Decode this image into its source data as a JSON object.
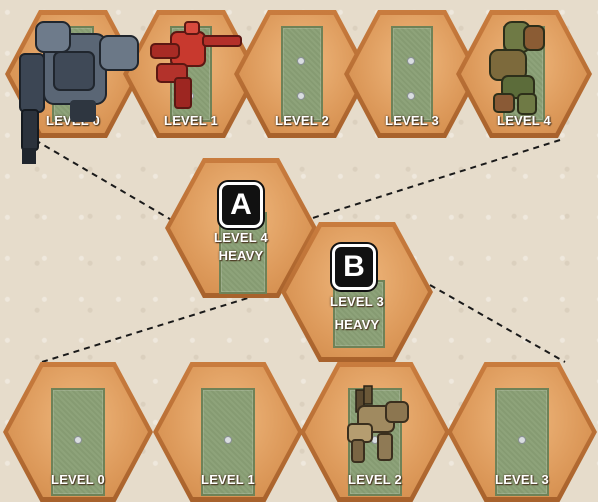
{
  "top_row": [
    {
      "label": "LEVEL 0",
      "unit": "grey-mech-icon"
    },
    {
      "label": "LEVEL 1",
      "unit": "red-mech-icon"
    },
    {
      "label": "LEVEL 2",
      "unit": ""
    },
    {
      "label": "LEVEL 3",
      "unit": ""
    },
    {
      "label": "LEVEL 4",
      "unit": "camo-mech-icon"
    }
  ],
  "nodes": {
    "a": {
      "letter": "A",
      "level": "LEVEL 4",
      "class": "HEAVY"
    },
    "b": {
      "letter": "B",
      "level": "LEVEL 3",
      "class": "HEAVY"
    }
  },
  "bottom_row": [
    {
      "label": "LEVEL 0",
      "unit": ""
    },
    {
      "label": "LEVEL 1",
      "unit": ""
    },
    {
      "label": "LEVEL 2",
      "unit": "tan-mech-icon"
    },
    {
      "label": "LEVEL 3",
      "unit": ""
    }
  ],
  "colors": {
    "hex_border": "#a8622c",
    "hex_fill": "#dd9a5b",
    "tile_green": "#8ea37a",
    "label_text": "#ffffff"
  }
}
